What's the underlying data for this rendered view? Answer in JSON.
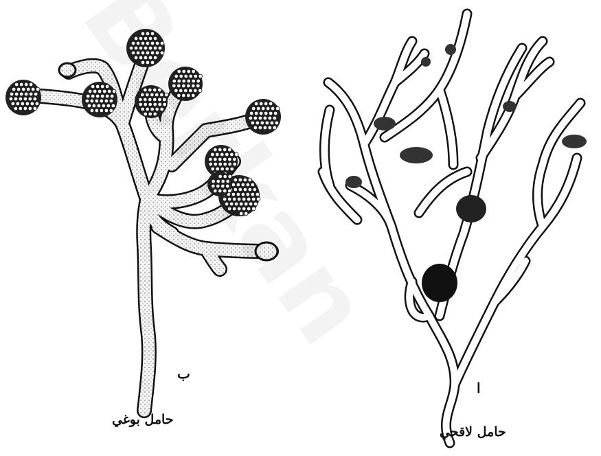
{
  "figure_b": {
    "letter": "ب",
    "caption": "حامل بوغي"
  },
  "figure_a": {
    "letter": "ا",
    "caption": "حامل لاقحي"
  },
  "watermark": "Berkan"
}
